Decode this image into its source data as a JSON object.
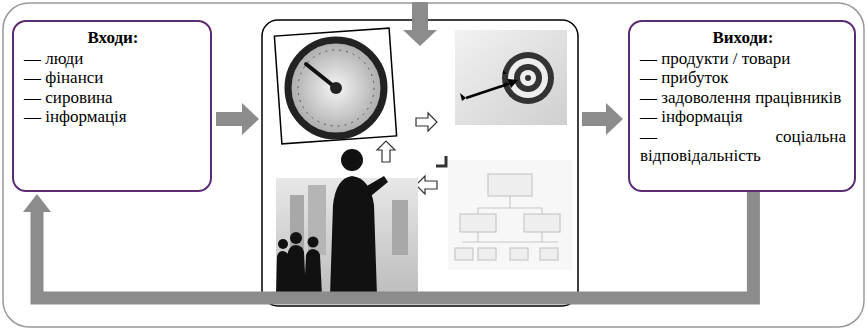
{
  "diagram": {
    "nodes": [
      {
        "text": [
          "Входи:",
          "— люди",
          "— фінанси",
          "— сировина",
          "— інформація"
        ]
      },
      {
        "text": [
          "Виходи:",
          "— продукти / товари",
          "— прибуток",
          "— задоволення працівників",
          "— інформація",
          "— соціальна відповідальність"
        ]
      }
    ],
    "edges": [
      {
        "from": 1,
        "to": 0,
        "arrow": "to"
      }
    ]
  }
}
